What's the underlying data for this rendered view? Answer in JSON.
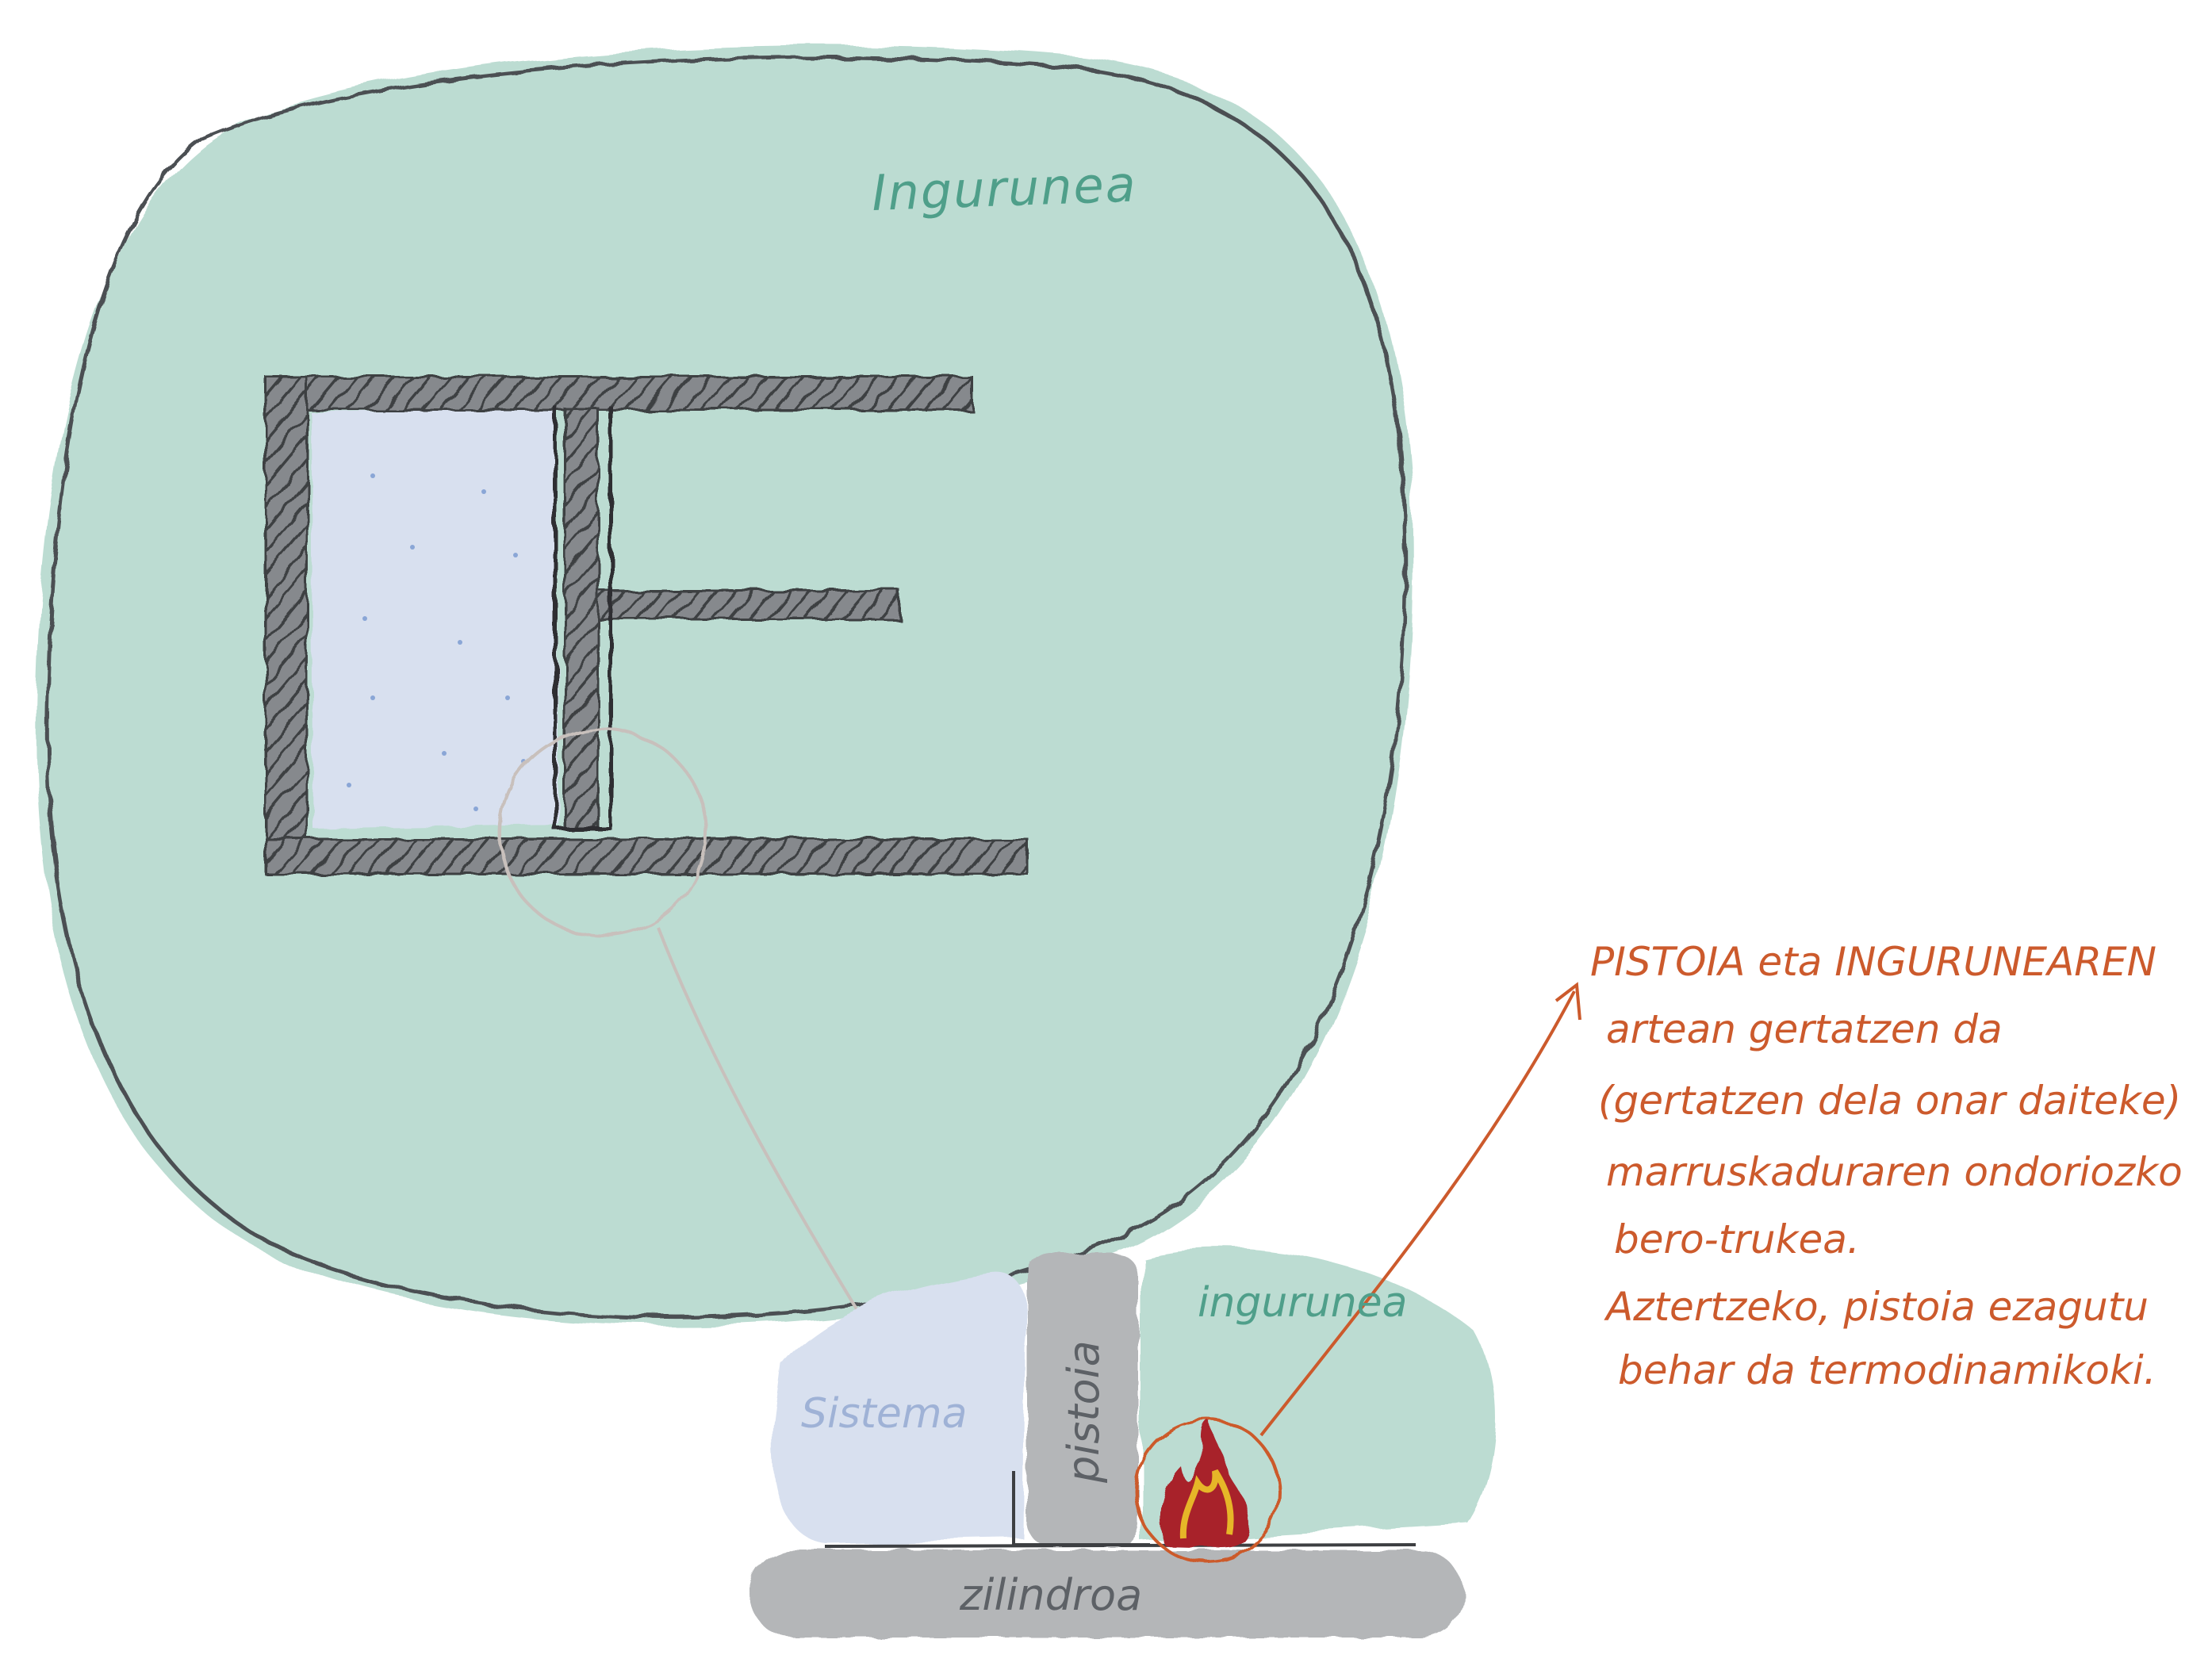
{
  "diagram": {
    "environment_label": "Ingurunea",
    "zoom_environment_label": "ingurunea",
    "system_label": "Sistema",
    "piston_label": "pistoia",
    "cylinder_label": "zilindroa",
    "note_lines": [
      "PISTOIA eta INGURUNEAREN",
      "artean gertatzen da",
      "(gertatzen dela onar daiteke)",
      "marruskaduraren ondoriozko",
      "bero-trukea.",
      "Aztertzeko, pistoia ezagutu",
      "behar da termodinamikoki."
    ]
  },
  "colors": {
    "environment": "#bcdcd2",
    "system": "#d8e0ef",
    "wall": "#6e7175",
    "piston": "#b4b6b8",
    "note": "#cc5a2c",
    "zoom_circle": "#c8c0bc",
    "flame_outer": "#a8232c",
    "flame_inner": "#e6b628"
  }
}
